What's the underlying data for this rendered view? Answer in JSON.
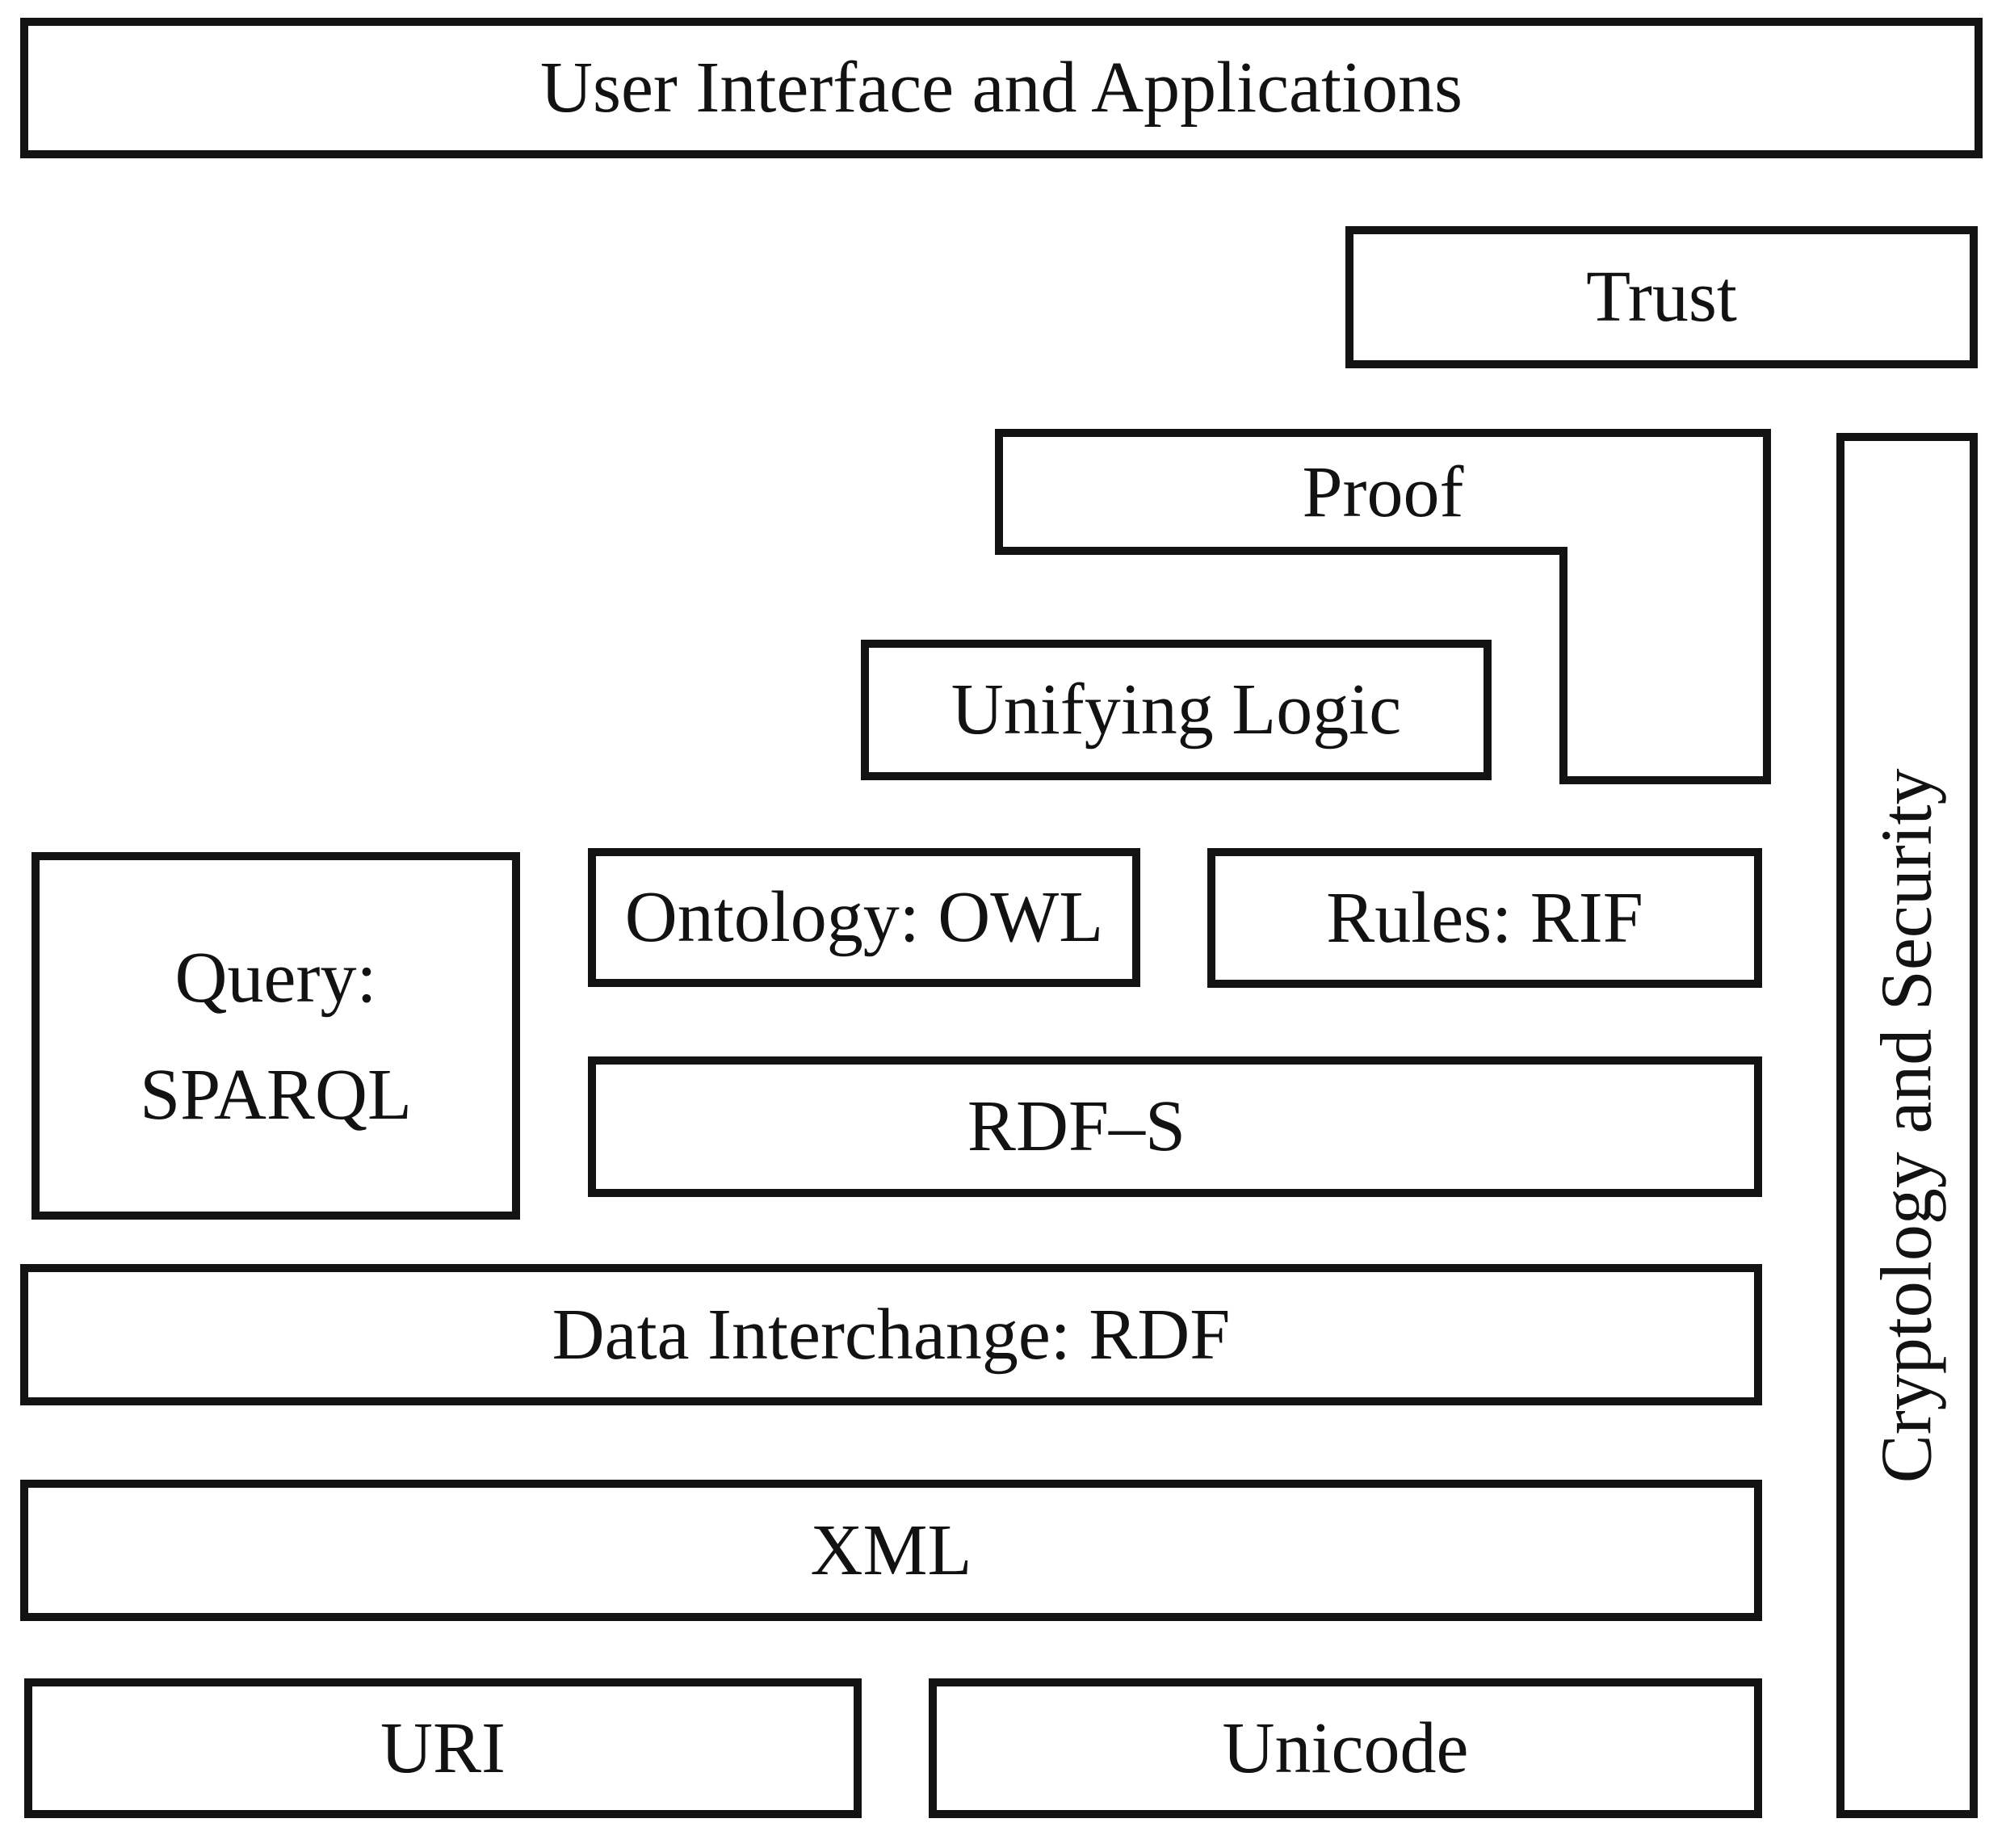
{
  "figure": {
    "background_color": "#ffffff",
    "line_color": "#131313",
    "text_color": "#121212"
  },
  "boxes": {
    "user_interface": {
      "label": "User Interface and Applications"
    },
    "trust": {
      "label": "Trust"
    },
    "proof": {
      "label": "Proof"
    },
    "unifying_logic": {
      "label": "Unifying Logic"
    },
    "query_sparql": {
      "line1": "Query:",
      "line2": "SPARQL"
    },
    "ontology_owl": {
      "label": "Ontology: OWL"
    },
    "rules_rif": {
      "label": "Rules: RIF"
    },
    "rdf_s": {
      "label": "RDF–S"
    },
    "data_interchange": {
      "label": "Data Interchange: RDF"
    },
    "xml": {
      "label": "XML"
    },
    "uri": {
      "label": "URI"
    },
    "unicode": {
      "label": "Unicode"
    },
    "cryptology_security": {
      "label": "Cryptology and Security"
    }
  }
}
